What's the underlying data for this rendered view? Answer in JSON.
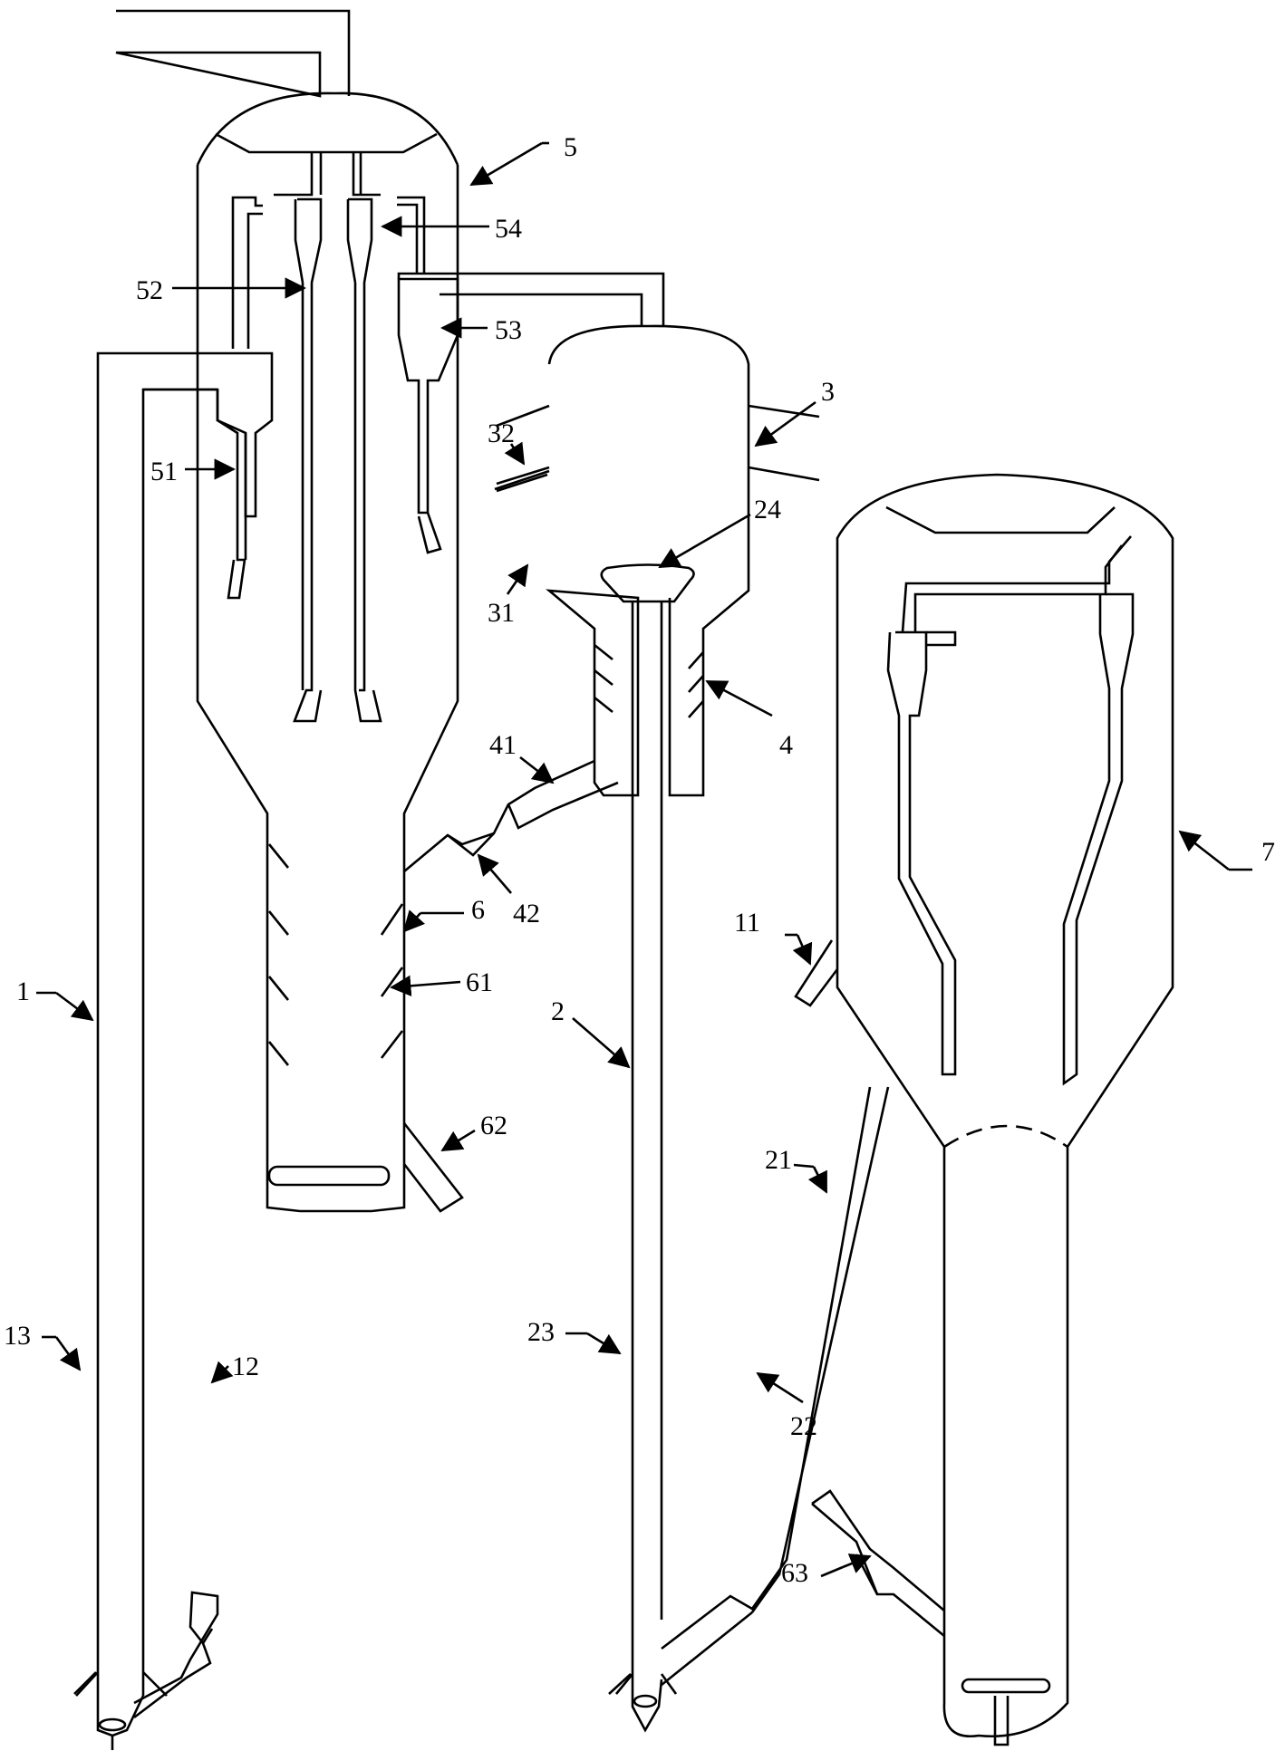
{
  "diagram": {
    "line_color": "#000000",
    "background": "#ffffff",
    "labels": {
      "l1": "1",
      "l2": "2",
      "l3": "3",
      "l4": "4",
      "l5": "5",
      "l6": "6",
      "l7": "7",
      "l11": "11",
      "l12": "12",
      "l13": "13",
      "l21": "21",
      "l22": "22",
      "l23": "23",
      "l24": "24",
      "l31": "31",
      "l32": "32",
      "l41": "41",
      "l42": "42",
      "l51": "51",
      "l52": "52",
      "l53": "53",
      "l54": "54",
      "l61": "61",
      "l62": "62",
      "l63": "63"
    }
  }
}
